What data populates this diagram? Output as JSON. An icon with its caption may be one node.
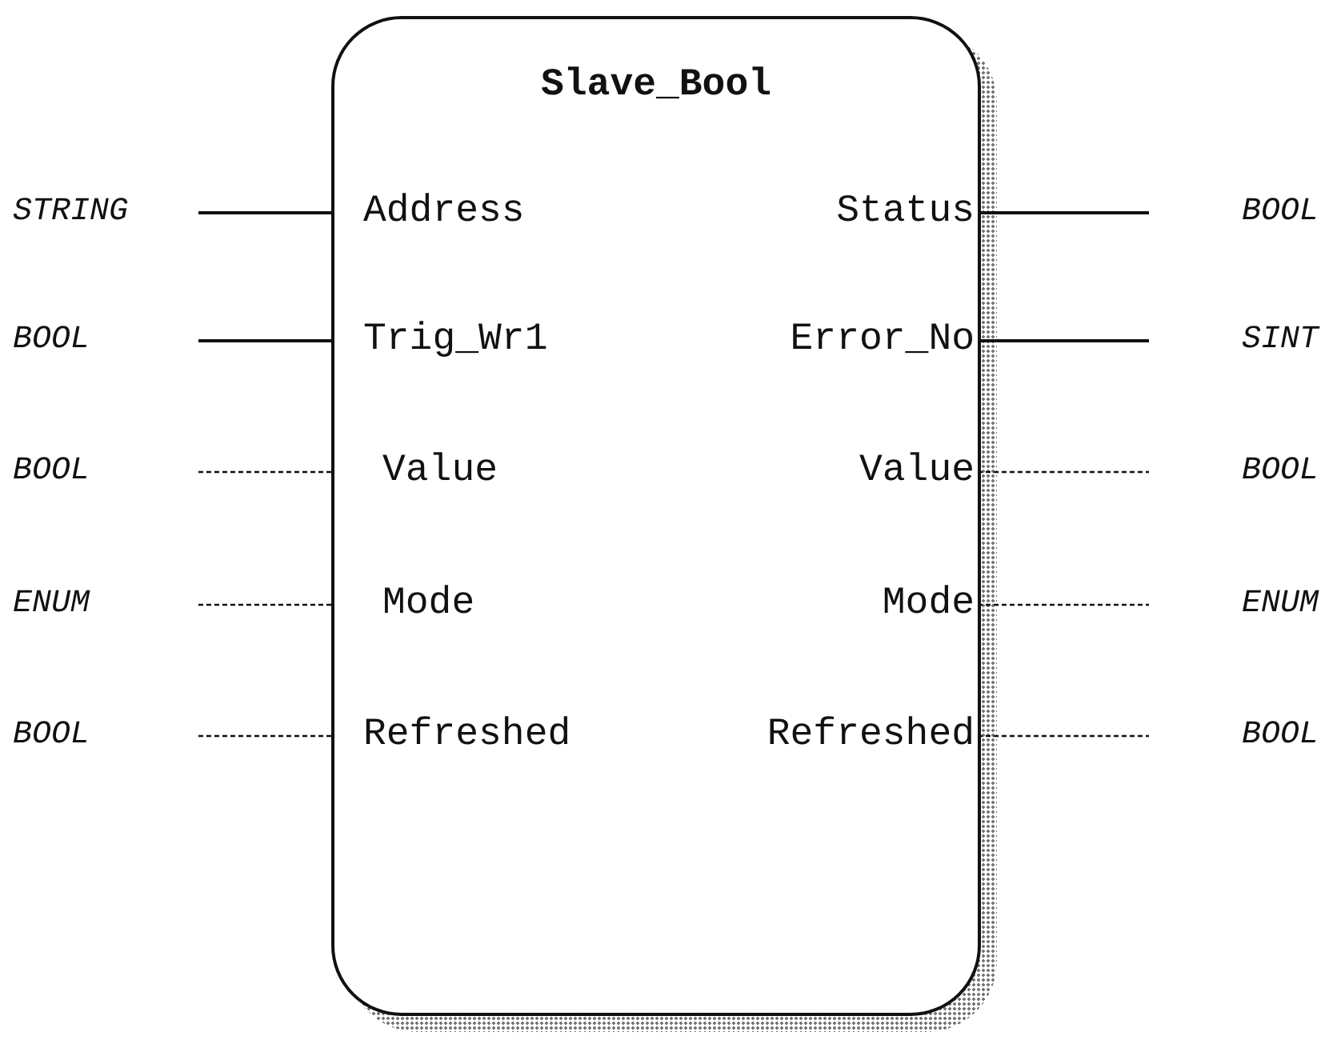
{
  "diagram": {
    "nodes": [
      {
        "text": [
          "Slave_Bool"
        ]
      },
      {
        "text": [
          "STRING"
        ]
      },
      {
        "text": [
          "Address"
        ],
        "in": 0
      },
      {
        "text": [
          "Status"
        ],
        "in": 0
      },
      {
        "text": [
          "BOOL"
        ]
      },
      {
        "text": [
          "BOOL"
        ]
      },
      {
        "text": [
          "Trig_Wr1"
        ],
        "in": 0
      },
      {
        "text": [
          "Error_No"
        ],
        "in": 0
      },
      {
        "text": [
          "SINT"
        ]
      },
      {
        "text": [
          "BOOL"
        ]
      },
      {
        "text": [
          "Value"
        ],
        "in": 0
      },
      {
        "text": [
          "Value"
        ],
        "in": 0
      },
      {
        "text": [
          "BOOL"
        ]
      },
      {
        "text": [
          "ENUM"
        ]
      },
      {
        "text": [
          "Mode"
        ],
        "in": 0
      },
      {
        "text": [
          "Mode"
        ],
        "in": 0
      },
      {
        "text": [
          "ENUM"
        ]
      },
      {
        "text": [
          "BOOL"
        ]
      },
      {
        "text": [
          "Refreshed"
        ],
        "in": 0
      },
      {
        "text": [
          "Refreshed"
        ],
        "in": 0
      },
      {
        "text": [
          "BOOL"
        ]
      }
    ],
    "edges": [
      {
        "from": 1,
        "to": 2,
        "arrow": "none"
      },
      {
        "from": 3,
        "to": 4,
        "arrow": "none"
      },
      {
        "from": 5,
        "to": 6,
        "arrow": "none"
      },
      {
        "from": 7,
        "to": 8,
        "arrow": "none"
      },
      {
        "from": 9,
        "to": 10,
        "arrow": "none",
        "style": "dashed"
      },
      {
        "from": 11,
        "to": 12,
        "arrow": "none",
        "style": "dashed"
      },
      {
        "from": 13,
        "to": 14,
        "arrow": "none",
        "style": "dashed"
      },
      {
        "from": 15,
        "to": 16,
        "arrow": "none",
        "style": "dashed"
      },
      {
        "from": 17,
        "to": 18,
        "arrow": "none",
        "style": "dashed"
      },
      {
        "from": 19,
        "to": 20,
        "arrow": "none",
        "style": "dashed"
      }
    ]
  }
}
